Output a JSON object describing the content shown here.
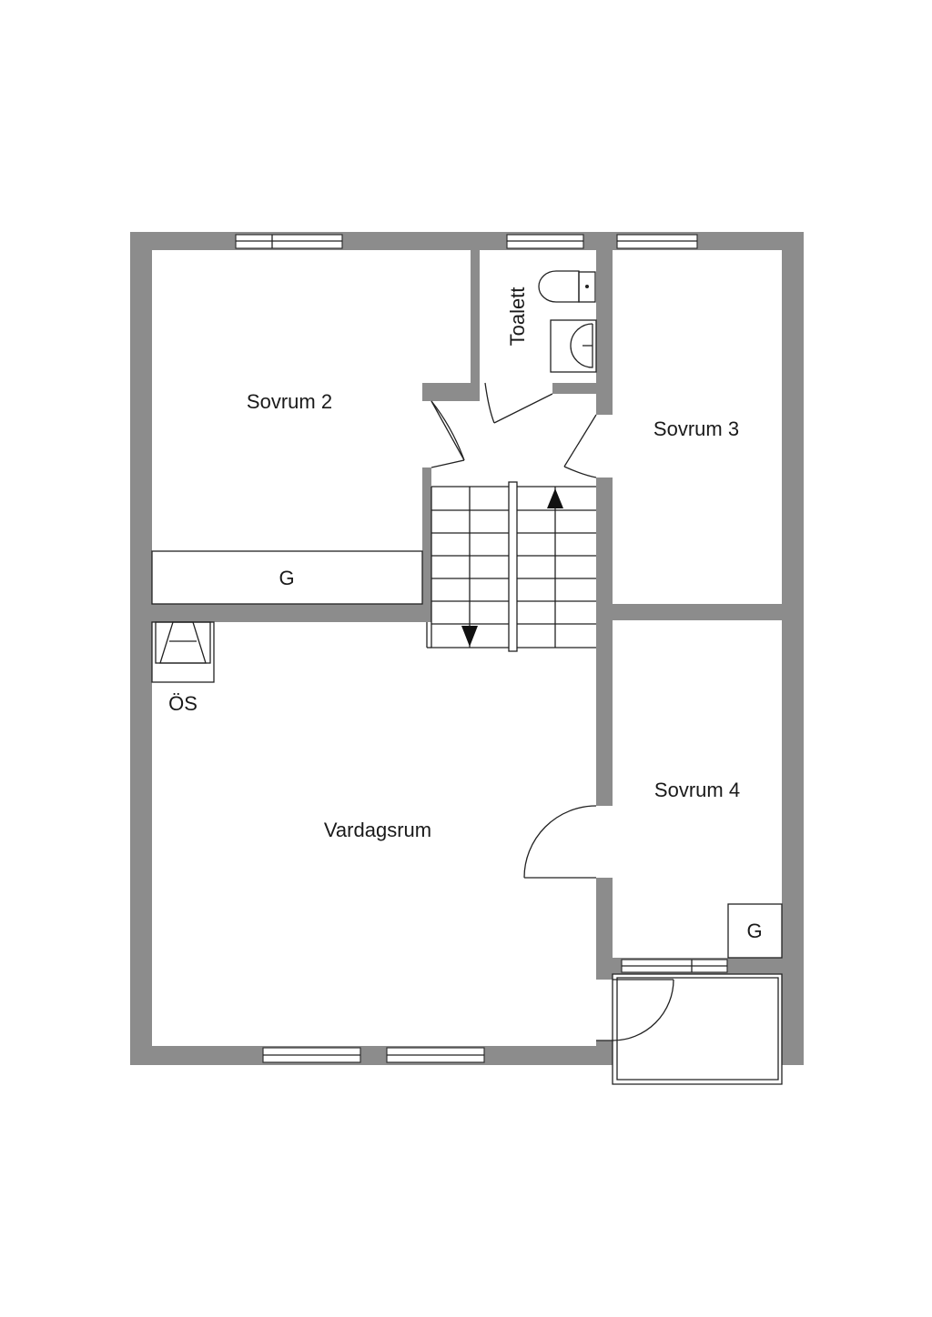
{
  "floor_plan": {
    "rooms": {
      "sovrum_2": "Sovrum 2",
      "toalett": "Toalett",
      "sovrum_3": "Sovrum 3",
      "sovrum_4": "Sovrum 4",
      "vardagsrum": "Vardagsrum"
    },
    "fixtures": {
      "garderob_sovrum_2": "G",
      "garderob_sovrum_4": "G",
      "oppen_spis": "ÖS"
    },
    "colors": {
      "wall": "#8c8c8c",
      "line": "#222222",
      "background": "#ffffff"
    }
  }
}
